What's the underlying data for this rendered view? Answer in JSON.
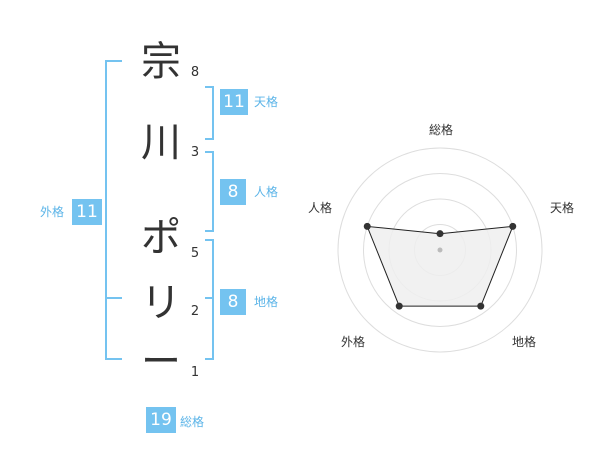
{
  "name": {
    "characters": [
      "宗",
      "川",
      "ポ",
      "リ",
      "ー"
    ],
    "strokes": [
      "8",
      "3",
      "5",
      "2",
      "1"
    ]
  },
  "fortunes": {
    "tenkaku": {
      "value": "11",
      "label": "天格"
    },
    "jinkaku": {
      "value": "8",
      "label": "人格"
    },
    "chikaku": {
      "value": "8",
      "label": "地格"
    },
    "gaikaku": {
      "value": "11",
      "label": "外格"
    },
    "soukaku": {
      "value": "19",
      "label": "総格"
    }
  },
  "colors": {
    "accent": "#74c3f0",
    "accent_text": "#5bb4e8",
    "text": "#333333",
    "radar_fill": "#eeeeee",
    "radar_ring": "#dddddd"
  },
  "chart_data": {
    "type": "radar",
    "axes": [
      "総格",
      "天格",
      "地格",
      "外格",
      "人格"
    ],
    "values": [
      1.6,
      7.5,
      6.8,
      6.8,
      7.5
    ],
    "max": 10,
    "ring_count": 4
  }
}
